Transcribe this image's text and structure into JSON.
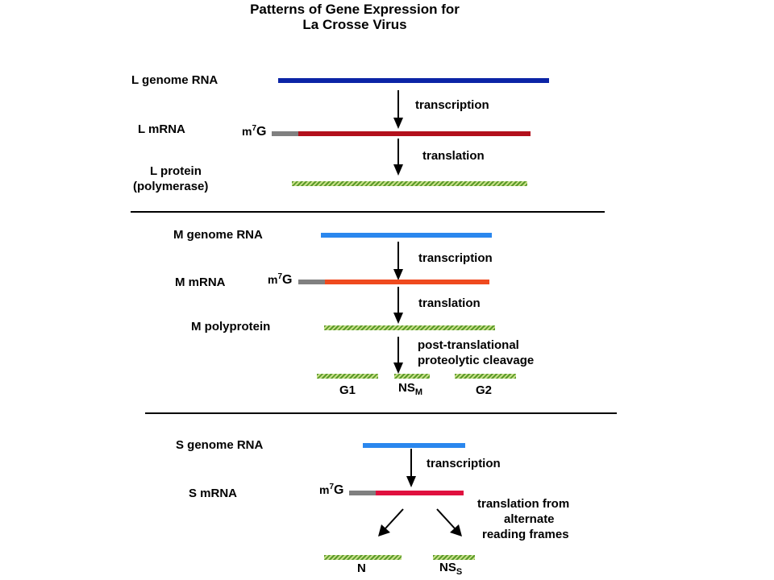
{
  "title": {
    "line1": "Patterns of Gene Expression for",
    "line2": "La Crosse Virus"
  },
  "cap_label": {
    "base": "m",
    "superscript": "7",
    "cap": "G"
  },
  "segment_L": {
    "genome_label": "L genome RNA",
    "mrna_label": "L mRNA",
    "protein_label_line1": "L protein",
    "protein_label_line2": "(polymerase)",
    "step1": "transcription",
    "step2": "translation",
    "colors": {
      "genome": "#0b24a6",
      "mrna": "#b3101c"
    }
  },
  "segment_M": {
    "genome_label": "M genome RNA",
    "mrna_label": "M mRNA",
    "polyprotein_label": "M polyprotein",
    "step1": "transcription",
    "step2": "translation",
    "step3_line1": "post-translational",
    "step3_line2": "proteolytic cleavage",
    "products": {
      "g1": "G1",
      "nsm": {
        "base": "NS",
        "sub": "M"
      },
      "g2": "G2"
    },
    "colors": {
      "genome": "#2a87ee",
      "mrna": "#ef4a1e"
    }
  },
  "segment_S": {
    "genome_label": "S genome RNA",
    "mrna_label": "S mRNA",
    "step1": "transcription",
    "step2_line1": "translation from",
    "step2_line2": "alternate",
    "step2_line3": "reading frames",
    "products": {
      "n": "N",
      "nss": {
        "base": "NS",
        "sub": "S"
      }
    },
    "colors": {
      "genome": "#2a87ee",
      "mrna": "#e0103e"
    }
  },
  "cap_segment_color": "#808080"
}
